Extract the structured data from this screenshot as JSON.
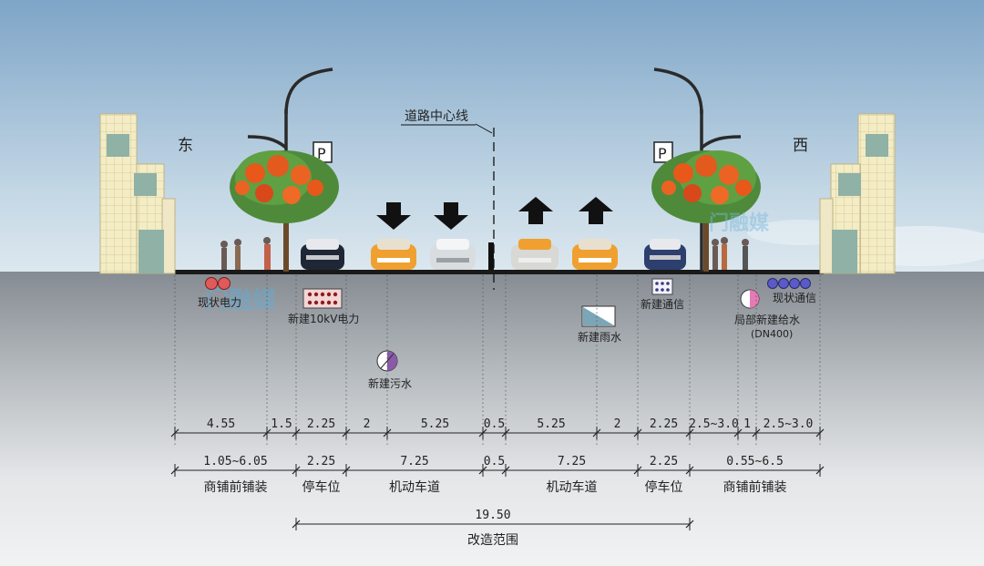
{
  "directions": {
    "east": "东",
    "west": "西"
  },
  "centerline_label": "道路中心线",
  "parking_sign": "P",
  "watermark": "门融媒",
  "pipes": {
    "existing_power": "现状电力",
    "new_10kv_power": "新建10kV电力",
    "new_sewage": "新建污水",
    "new_rain": "新建雨水",
    "new_telecom": "新建通信",
    "existing_telecom": "现状通信",
    "partial_new_water": "局部新建给水",
    "partial_new_water_spec": "(DN400)"
  },
  "dim_row1": [
    "4.55",
    "1.5",
    "2.25",
    "2",
    "5.25",
    "0.5",
    "5.25",
    "2",
    "2.25",
    "2.5~3.0",
    "1",
    "2.5~3.0"
  ],
  "dim_row2": [
    "1.05~6.05",
    "2.25",
    "7.25",
    "0.5",
    "7.25",
    "2.25",
    "0.55~6.5"
  ],
  "zone_labels": [
    "商铺前铺装",
    "停车位",
    "机动车道",
    "机动车道",
    "停车位",
    "商铺前铺装"
  ],
  "total": {
    "value": "19.50",
    "label": "改造范围"
  },
  "colors": {
    "sky_top": "#7fa6c8",
    "ground": "#8a9096",
    "car_orange": "#f0a030",
    "tree_orange": "#e8581a",
    "building": "#f3ecc4"
  }
}
